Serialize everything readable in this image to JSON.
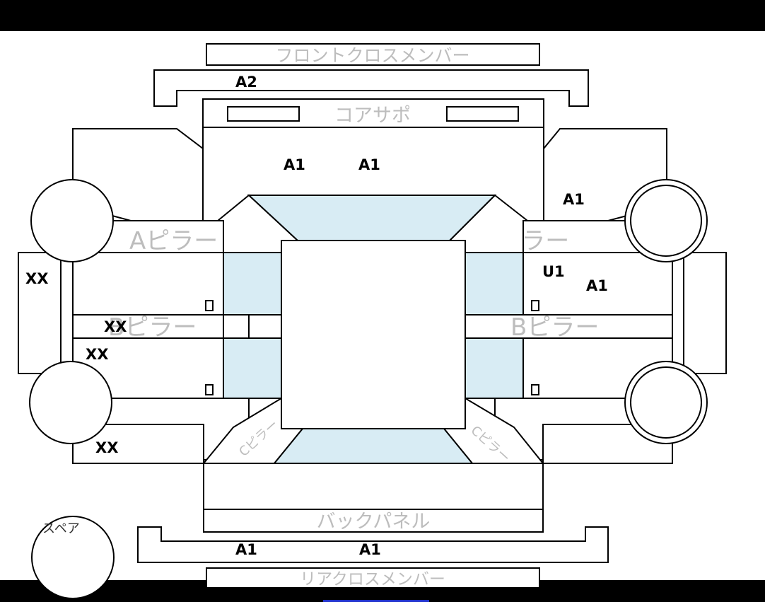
{
  "labels": {
    "front_cross_member": "フロントクロスメンバー",
    "core_support": "コアサポ",
    "a_pillar_left": "Aピラー",
    "a_pillar_right": "Aピラー",
    "b_pillar_left": "Bピラー",
    "b_pillar_right": "Bピラー",
    "c_pillar_left": "Cピラー",
    "c_pillar_right": "Cピラー",
    "back_panel": "バックパネル",
    "rear_cross_member": "リアクロスメンバー",
    "spare": "スペア"
  },
  "marks": {
    "front_cross_member": "A2",
    "core_support_left": "A1",
    "core_support_right": "A1",
    "right_front_fender": "A1",
    "right_front_door_1": "U1",
    "right_front_door_2": "A1",
    "left_side_sill": "XX",
    "left_b_pillar": "XX",
    "left_rear_door": "XX",
    "left_rear_fender": "XX",
    "rear_cross_member_left": "A1",
    "rear_cross_member_right": "A1"
  },
  "colors": {
    "glass": "#d8ecf4",
    "label_gray": "#bdbdbd",
    "mark": "#000000"
  }
}
